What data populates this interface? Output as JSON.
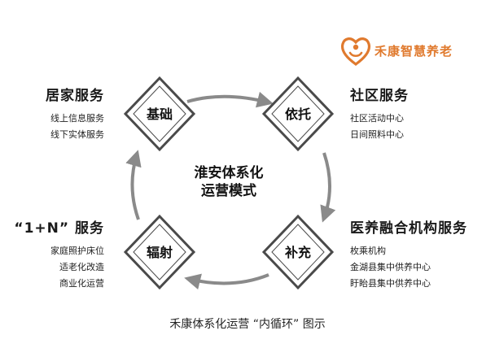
{
  "brand": {
    "name": "禾康智慧养老",
    "color": "#e07a2e"
  },
  "center": {
    "line1": "淮安体系化",
    "line2": "运营模式"
  },
  "nodes": {
    "jichu": "基础",
    "yituo": "依托",
    "buchong": "补充",
    "fushe": "辐射"
  },
  "sections": {
    "home": {
      "title": "居家服务",
      "items": [
        "线上信息服务",
        "线下实体服务"
      ]
    },
    "community": {
      "title": "社区服务",
      "items": [
        "社区活动中心",
        "日间照料中心"
      ]
    },
    "medical": {
      "title": "医养融合机构服务",
      "items": [
        "枚乘机构",
        "金湖县集中供养中心",
        "盱眙县集中供养中心"
      ]
    },
    "one_plus_n": {
      "title": "“1+N” 服务",
      "items": [
        "家庭照护床位",
        "适老化改造",
        "商业化运营"
      ]
    }
  },
  "caption": "禾康体系化运营 “内循环” 图示",
  "colors": {
    "diamond_border": "#4a4a4a",
    "arrow": "#8a8a8a"
  }
}
